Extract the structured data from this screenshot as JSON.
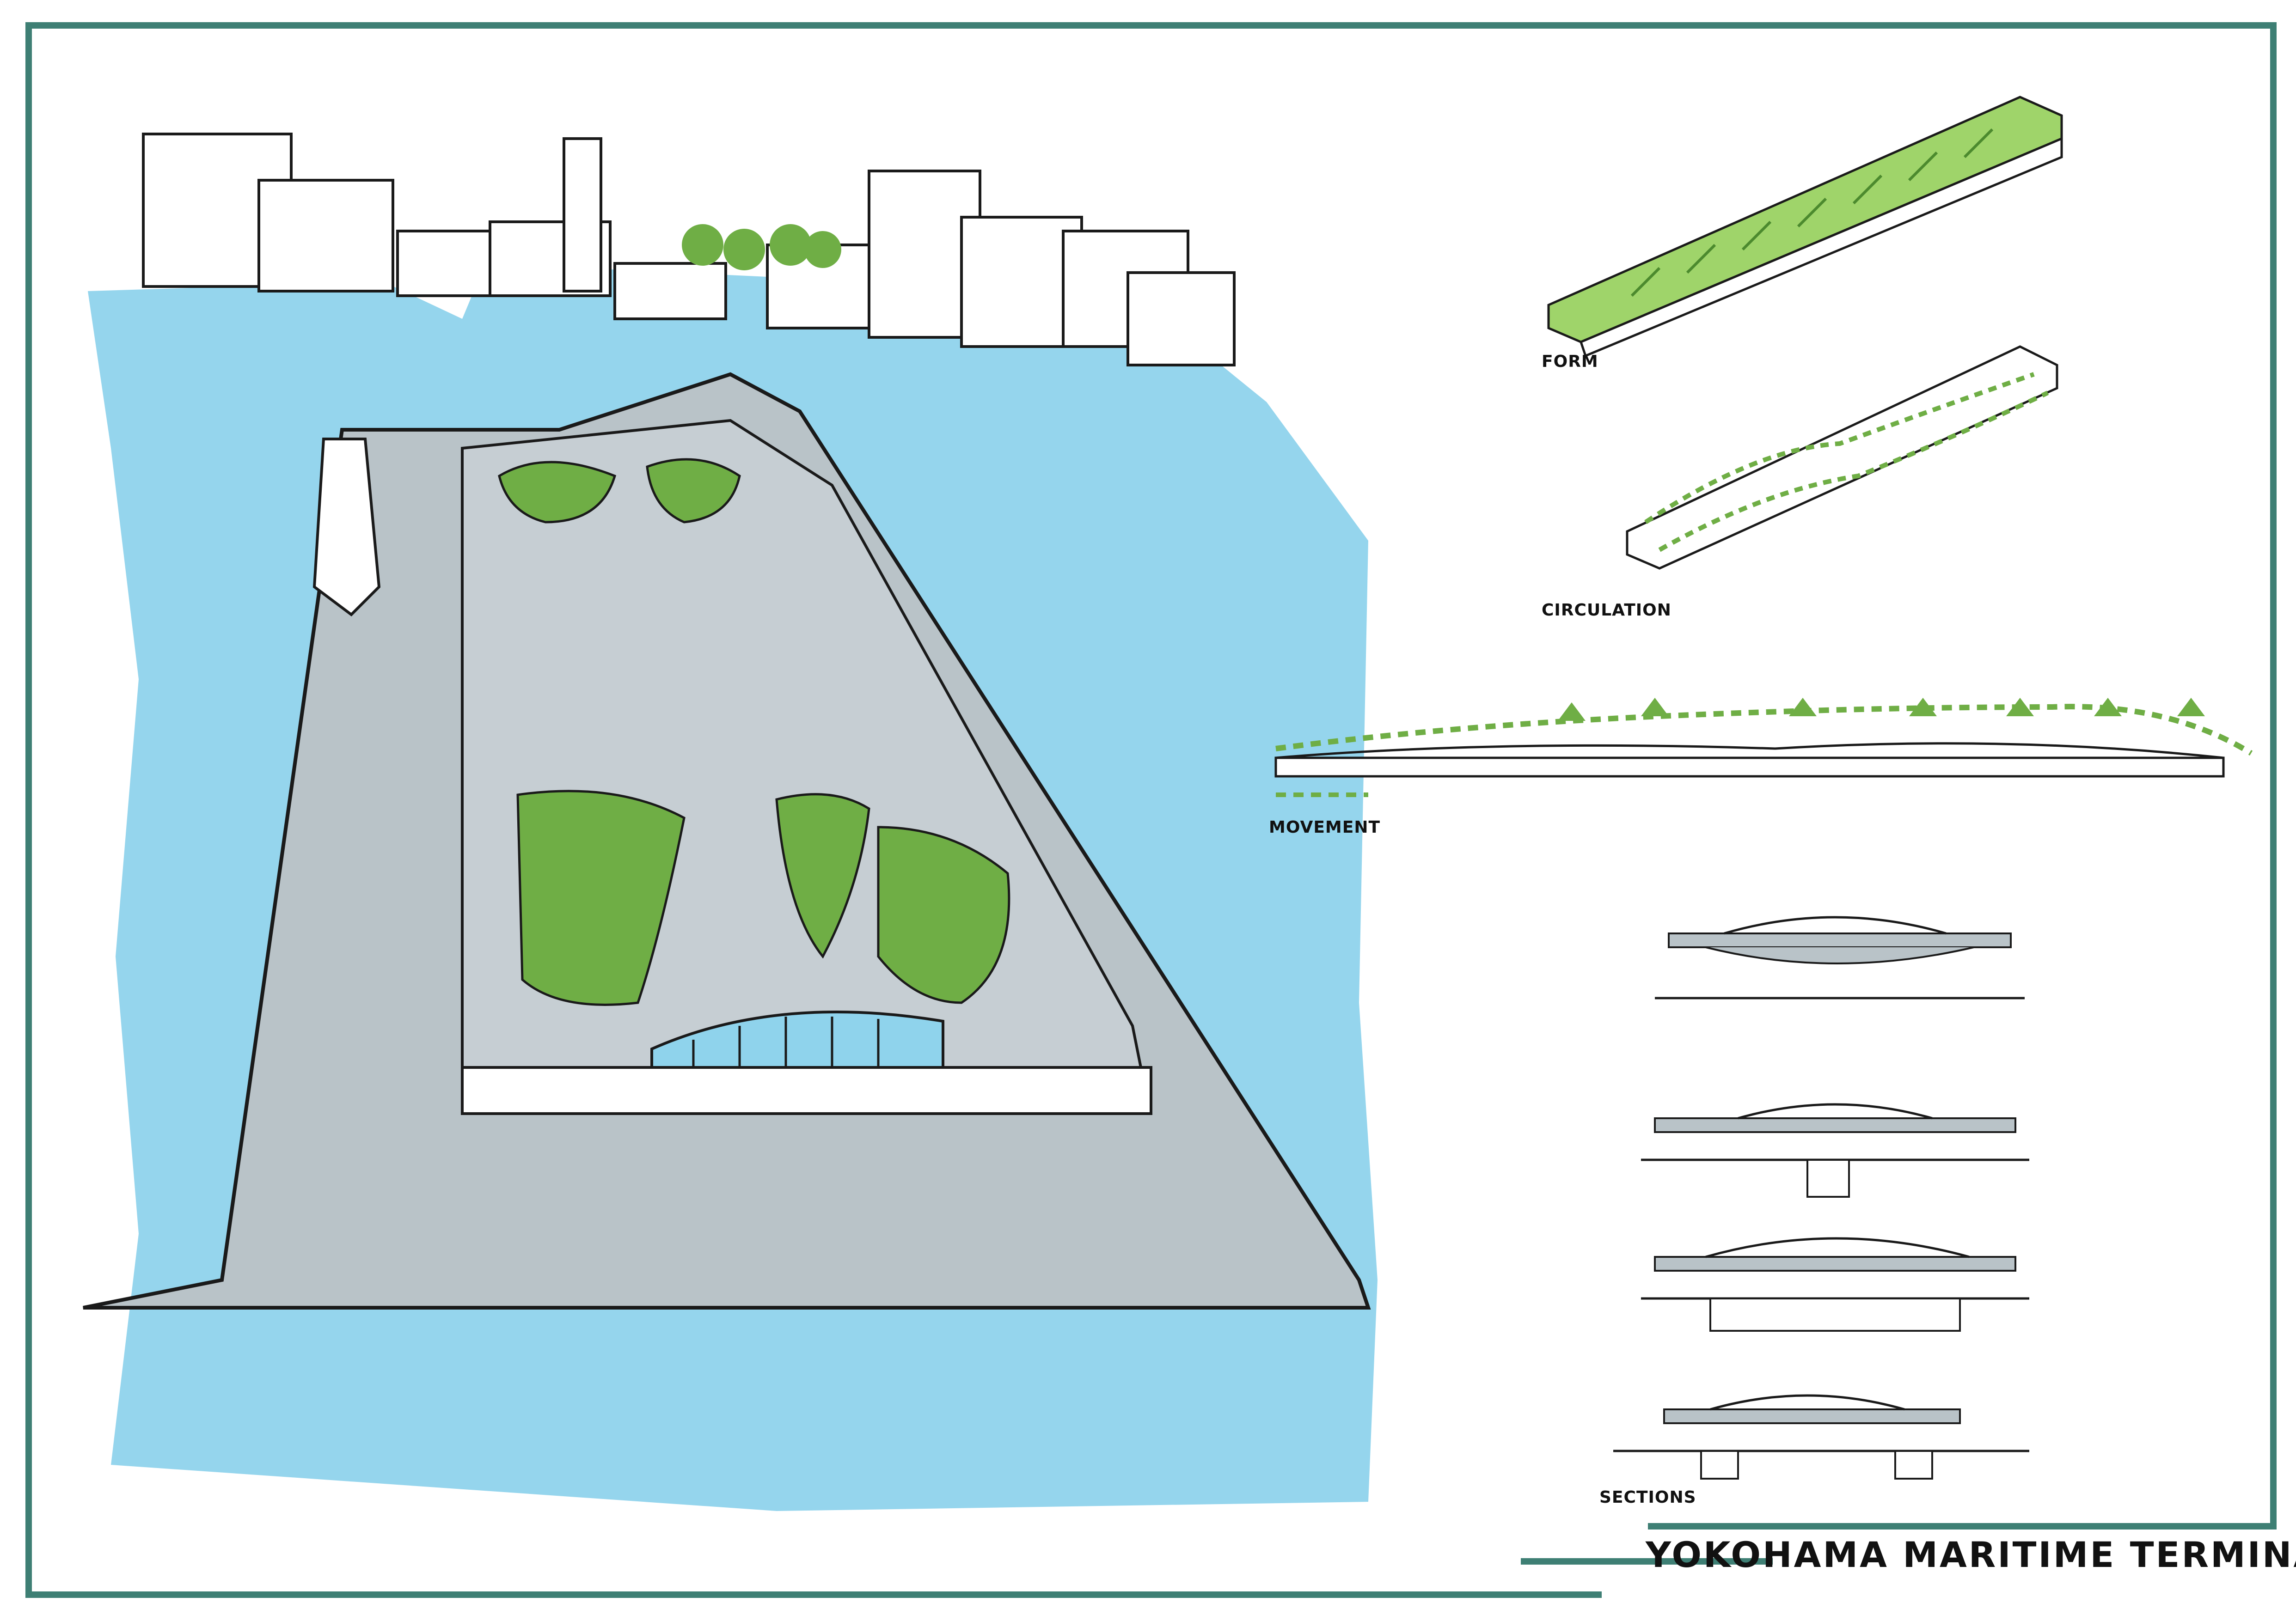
{
  "title": "YOKOHAMA MARITIME TERMINAL",
  "diagram_labels": {
    "form": "FORM",
    "circulation": "CIRCULATION",
    "movement": "MOVEMENT",
    "sections": "SECTIONS"
  },
  "colors": {
    "frame": "#3e7f74",
    "water": "#8fd3ec",
    "green": "#6fae45",
    "light_green": "#9fd46a",
    "deck": "#b9c3c8",
    "ink": "#1a1a1a",
    "wood": "#d9a34a"
  }
}
